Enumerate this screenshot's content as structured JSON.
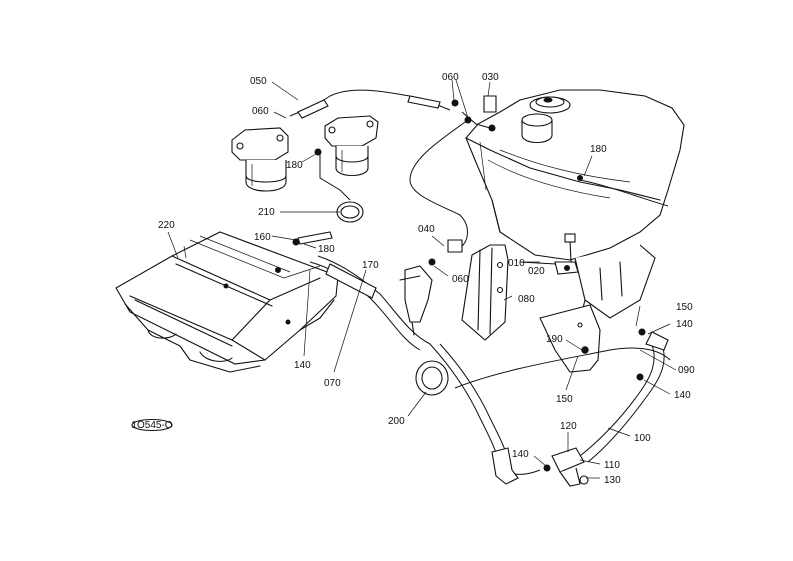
{
  "labels": {
    "l050": "050",
    "l060a": "060",
    "l060b": "060",
    "l030": "030",
    "l180a": "180",
    "l180b": "180",
    "l210": "210",
    "l220": "220",
    "l160": "160",
    "l180c": "180",
    "l170": "170",
    "l040": "040",
    "l060c": "060",
    "l010": "010",
    "l020": "020",
    "l080": "080",
    "l150a": "150",
    "l140a": "140",
    "l190": "190",
    "l090": "090",
    "l140b": "140",
    "l140c": "140",
    "l070": "070",
    "l150b": "150",
    "l200": "200",
    "l100": "100",
    "l120": "120",
    "l140d": "140",
    "l110": "110",
    "l130": "130"
  },
  "stamp_code": "1O545-O"
}
